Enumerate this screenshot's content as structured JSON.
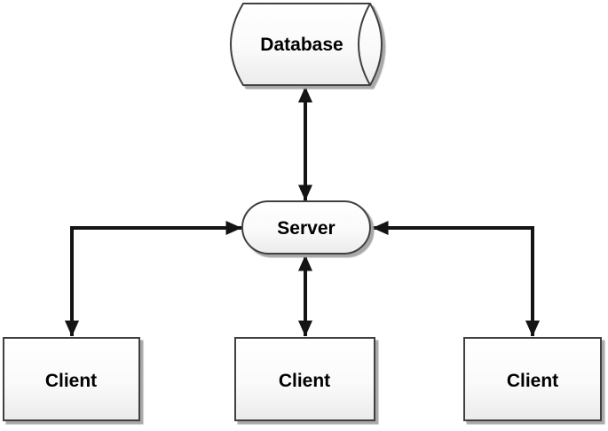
{
  "diagram": {
    "type": "architecture-flowchart",
    "nodes": {
      "database": {
        "label": "Database",
        "shape": "horizontal-cylinder"
      },
      "server": {
        "label": "Server",
        "shape": "stadium"
      },
      "client_left": {
        "label": "Client",
        "shape": "rectangle"
      },
      "client_middle": {
        "label": "Client",
        "shape": "rectangle"
      },
      "client_right": {
        "label": "Client",
        "shape": "rectangle"
      }
    },
    "edges": [
      {
        "from": "database",
        "to": "server",
        "style": "straight-vertical",
        "arrowheads": "both"
      },
      {
        "from": "server",
        "to": "client_middle",
        "style": "straight-vertical",
        "arrowheads": "both"
      },
      {
        "from": "server",
        "to": "client_left",
        "style": "elbow",
        "arrowheads": "both"
      },
      {
        "from": "server",
        "to": "client_right",
        "style": "elbow",
        "arrowheads": "both"
      }
    ],
    "colors": {
      "background": "#ffffff",
      "shape_border": "#404040",
      "shape_fill_top": "#ffffff",
      "shape_fill_bottom": "#ebebeb",
      "shadow": "#a8a8a8",
      "connector": "#141414",
      "text": "#000000"
    }
  }
}
